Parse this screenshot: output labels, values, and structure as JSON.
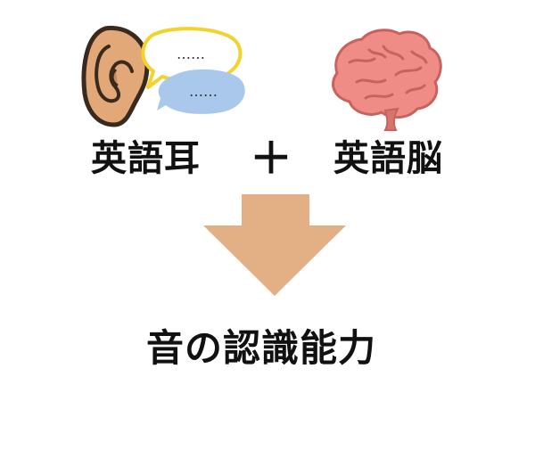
{
  "diagram": {
    "left_term": "英語耳",
    "operator": "＋",
    "right_term": "英語脳",
    "result": "音の認識能力",
    "speech_bubble_top_text": "……",
    "speech_bubble_bottom_text": "……"
  },
  "colors": {
    "ear_skin": "#E2A877",
    "ear_outline": "#3A2A1E",
    "bubble_yellow_outline": "#F2D32B",
    "bubble_blue_fill": "#A9C8EC",
    "brain_fill": "#F08C86",
    "brain_outline": "#C8625E",
    "arrow_fill": "#E3B085",
    "text": "#111111"
  }
}
